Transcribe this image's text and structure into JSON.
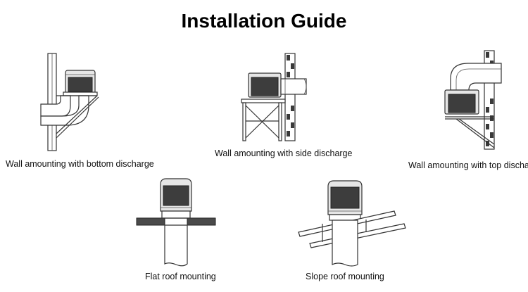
{
  "guide": {
    "title": "Installation Guide",
    "figures": [
      {
        "id": "bottom",
        "caption": "Wall amounting with bottom discharge"
      },
      {
        "id": "side",
        "caption": "Wall amounting with side discharge"
      },
      {
        "id": "top",
        "caption": "Wall amounting with top discharge"
      },
      {
        "id": "flat",
        "caption": "Flat roof mounting"
      },
      {
        "id": "slope",
        "caption": "Slope roof mounting"
      }
    ]
  }
}
